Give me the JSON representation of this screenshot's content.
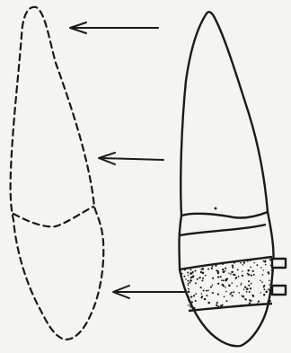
{
  "diagram": {
    "ink_color": "#1a1a1a",
    "paper_color": "#f4f4f1",
    "filling_texture": "stippled",
    "figures": [
      {
        "name": "dashed-tooth-outline",
        "style": "dashed"
      },
      {
        "name": "solid-tooth-with-filling",
        "style": "solid"
      }
    ],
    "arrows": [
      {
        "name": "arrow-top",
        "direction": "left"
      },
      {
        "name": "arrow-middle",
        "direction": "left"
      },
      {
        "name": "arrow-bottom",
        "direction": "left"
      }
    ]
  }
}
